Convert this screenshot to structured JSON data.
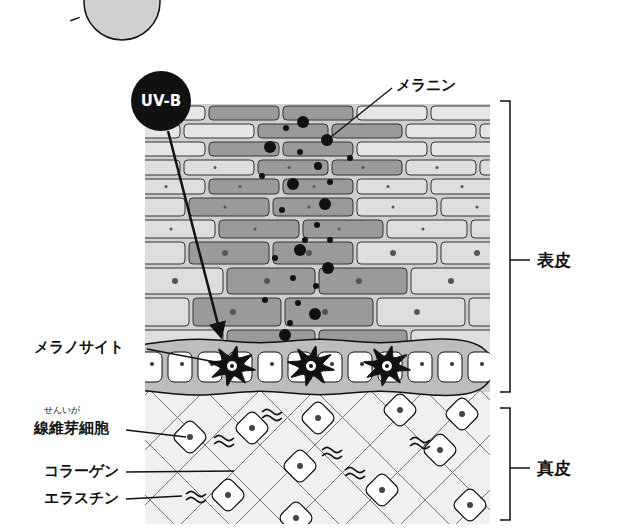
{
  "diagram": {
    "nodes": [
      {
        "text": [
          "UV-B"
        ]
      }
    ],
    "labels": [
      "メラニン",
      "表皮",
      "メラノサイト",
      "せんいが",
      "線維芽細胞",
      "真皮",
      "コラーゲン",
      "エラスチン"
    ]
  }
}
